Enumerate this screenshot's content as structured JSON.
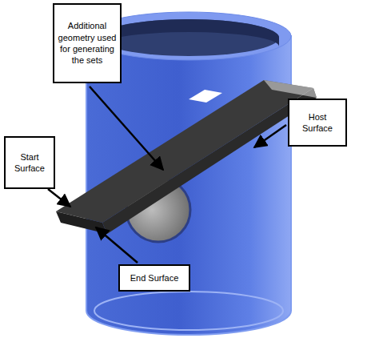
{
  "diagram": {
    "nodes": [
      {
        "text": [
          "Additional geometry used for generating the sets"
        ]
      },
      {
        "text": [
          "Host Surface"
        ]
      },
      {
        "text": [
          "Start Surface"
        ]
      },
      {
        "text": [
          "End Surface"
        ]
      }
    ]
  }
}
